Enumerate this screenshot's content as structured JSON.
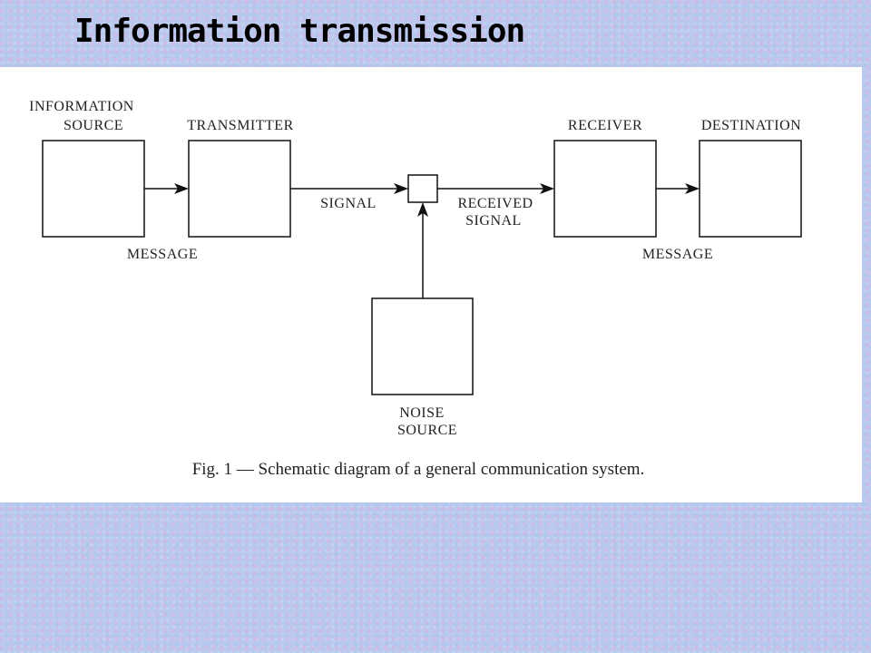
{
  "slide": {
    "title": "Information transmission"
  },
  "diagram": {
    "labels": {
      "information_source_line1": "INFORMATION",
      "information_source_line2": "SOURCE",
      "transmitter": "TRANSMITTER",
      "receiver": "RECEIVER",
      "destination": "DESTINATION",
      "signal": "SIGNAL",
      "received_signal_line1": "RECEIVED",
      "received_signal_line2": "SIGNAL",
      "message_left": "MESSAGE",
      "message_right": "MESSAGE",
      "noise_source_line1": "NOISE",
      "noise_source_line2": "SOURCE"
    },
    "caption": "Fig. 1 — Schematic diagram of a general communication system."
  }
}
